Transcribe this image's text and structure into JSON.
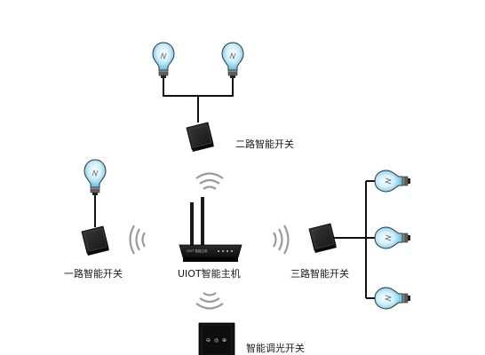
{
  "labels": {
    "two_way_switch": "二路智能开关",
    "one_way_switch": "一路智能开关",
    "hub": "UIOT智能主机",
    "three_way_switch": "三路智能开关",
    "dimmer_switch": "智能调光开关"
  },
  "hub_brand": "UIOT 智能主机",
  "dimmer_buttons": [
    "⊖",
    "◎",
    "⊕"
  ],
  "colors": {
    "wire": "#111111",
    "bulb_glow": "#7fd3ee",
    "bulb_outline": "#333333",
    "switch_body": "#2a2a2a",
    "wifi": "#9a9a9a"
  }
}
